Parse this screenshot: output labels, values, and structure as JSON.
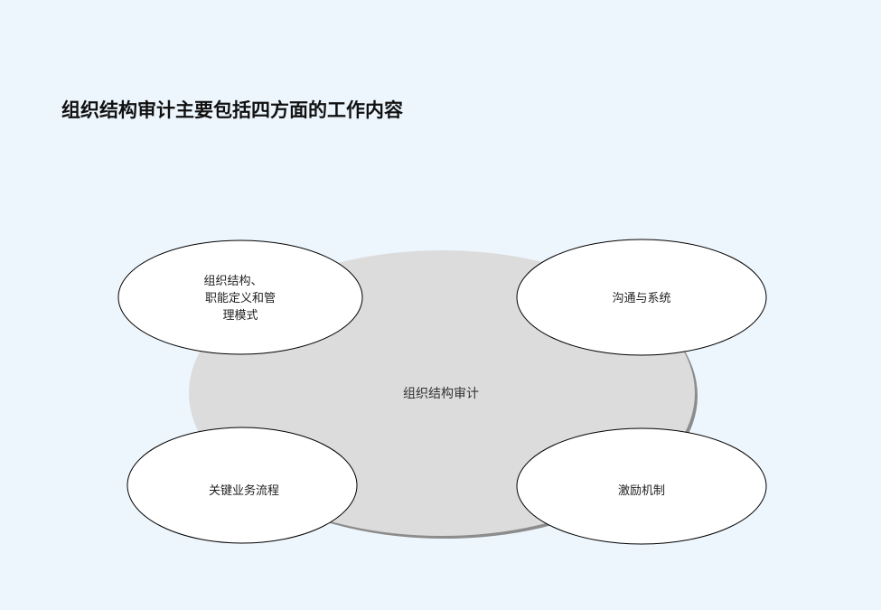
{
  "title": "组织结构审计主要包括四方面的工作内容",
  "diagram": {
    "center": {
      "label": "组织结构审计",
      "fill": "#dcdcdc",
      "shadow": "#8c8c8c"
    },
    "nodes": [
      {
        "id": "org",
        "lines": [
          "组织结构、",
          "职能定义和管",
          "理模式"
        ]
      },
      {
        "id": "comm",
        "lines": [
          "沟通与系统"
        ]
      },
      {
        "id": "process",
        "lines": [
          "关键业务流程"
        ]
      },
      {
        "id": "incentive",
        "lines": [
          "激励机制"
        ]
      }
    ],
    "node_fill": "#ffffff",
    "node_stroke": "#000000"
  }
}
